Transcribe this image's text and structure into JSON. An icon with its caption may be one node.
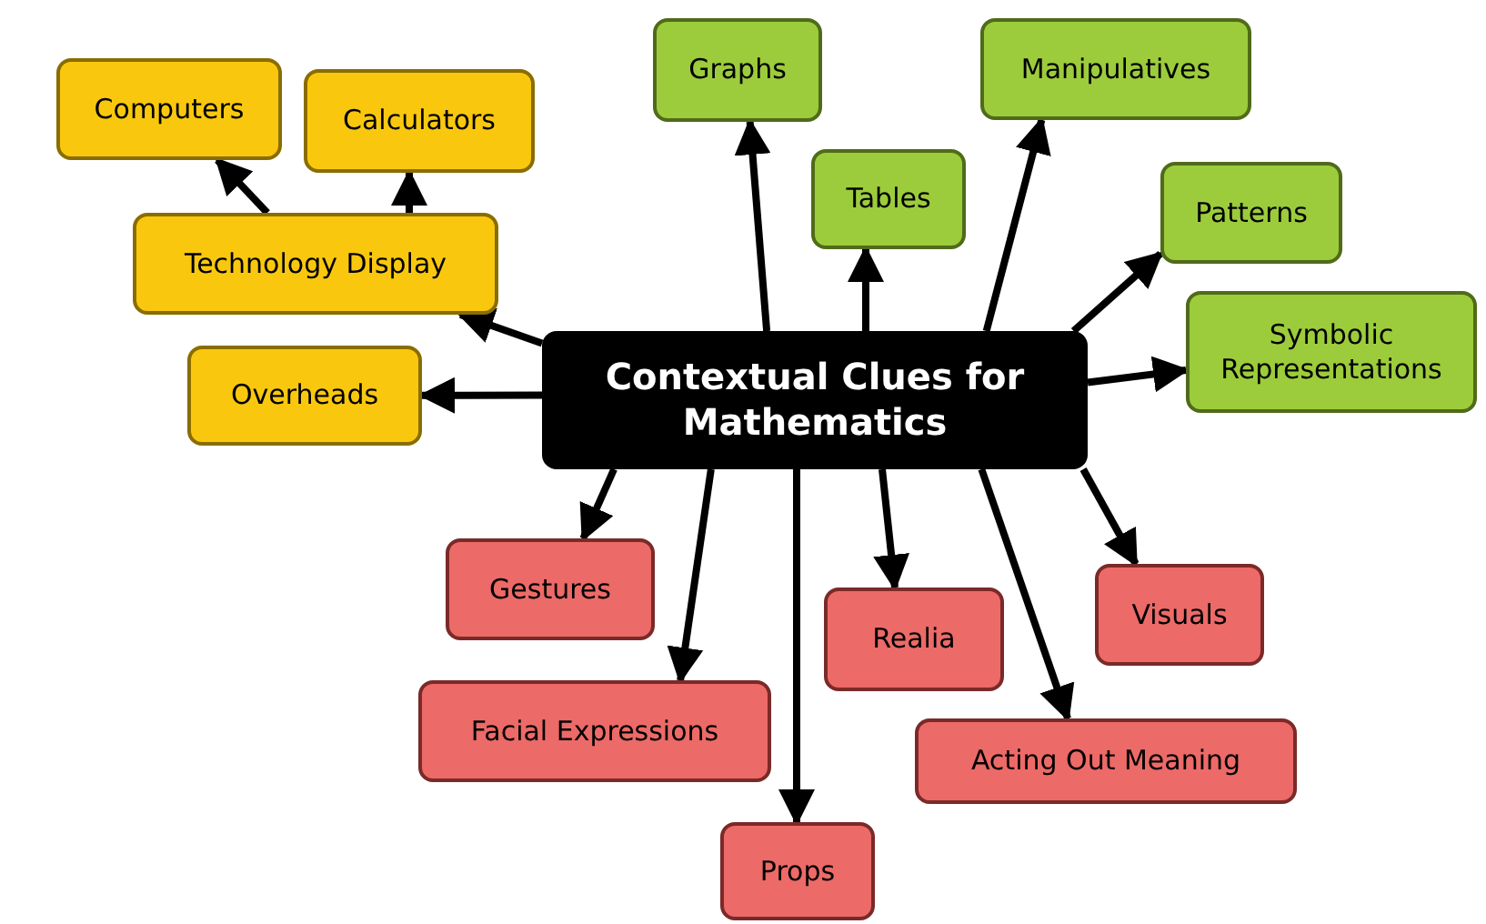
{
  "diagram": {
    "nodes": [
      {
        "text": [
          "Contextual Clues for Mathematics"
        ]
      },
      {
        "text": [
          "Computers"
        ]
      },
      {
        "text": [
          "Calculators"
        ]
      },
      {
        "text": [
          "Technology Display"
        ]
      },
      {
        "text": [
          "Overheads"
        ]
      },
      {
        "text": [
          "Graphs"
        ]
      },
      {
        "text": [
          "Tables"
        ]
      },
      {
        "text": [
          "Manipulatives"
        ]
      },
      {
        "text": [
          "Patterns"
        ]
      },
      {
        "text": [
          "Symbolic Representations"
        ]
      },
      {
        "text": [
          "Gestures"
        ]
      },
      {
        "text": [
          "Facial Expressions"
        ]
      },
      {
        "text": [
          "Realia"
        ]
      },
      {
        "text": [
          "Visuals"
        ]
      },
      {
        "text": [
          "Acting Out Meaning"
        ]
      },
      {
        "text": [
          "Props"
        ]
      }
    ],
    "edges": [
      {
        "from": 0,
        "to": 3,
        "arrow": "to"
      },
      {
        "from": 3,
        "to": 1,
        "arrow": "to"
      },
      {
        "from": 3,
        "to": 2,
        "arrow": "to"
      },
      {
        "from": 0,
        "to": 4,
        "arrow": "to"
      },
      {
        "from": 0,
        "to": 5,
        "arrow": "to"
      },
      {
        "from": 0,
        "to": 6,
        "arrow": "to"
      },
      {
        "from": 0,
        "to": 7,
        "arrow": "to"
      },
      {
        "from": 0,
        "to": 8,
        "arrow": "to"
      },
      {
        "from": 0,
        "to": 9,
        "arrow": "to"
      },
      {
        "from": 0,
        "to": 10,
        "arrow": "to"
      },
      {
        "from": 0,
        "to": 11,
        "arrow": "to"
      },
      {
        "from": 0,
        "to": 15,
        "arrow": "to"
      },
      {
        "from": 0,
        "to": 12,
        "arrow": "to"
      },
      {
        "from": 0,
        "to": 14,
        "arrow": "to"
      },
      {
        "from": 0,
        "to": 13,
        "arrow": "to"
      }
    ]
  }
}
